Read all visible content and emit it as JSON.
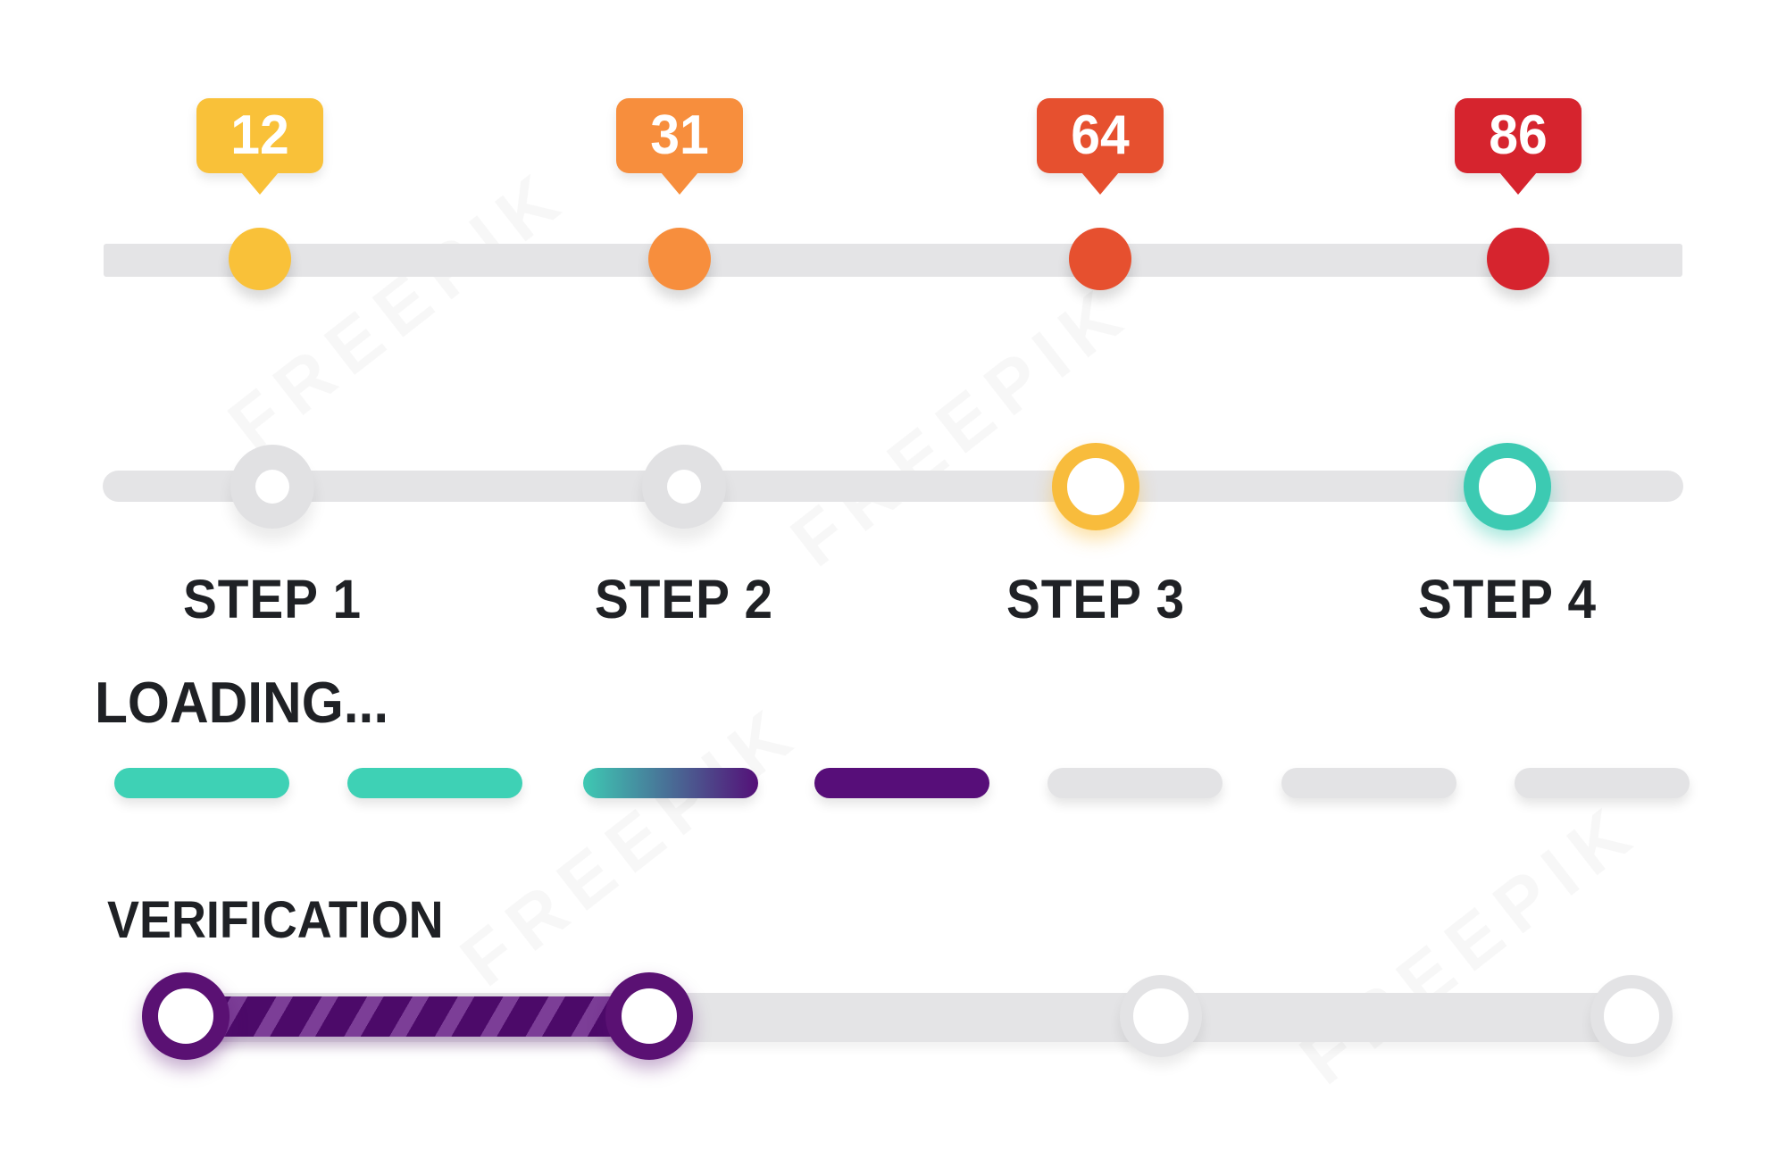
{
  "canvas": {
    "background": "#ffffff",
    "text_color": "#1F2125"
  },
  "watermark": {
    "text": "FREEPIK"
  },
  "tooltip_row": {
    "track_color": "#E4E4E6",
    "items": [
      {
        "value": "12",
        "color": "#F9C139"
      },
      {
        "value": "31",
        "color": "#F78E3D"
      },
      {
        "value": "64",
        "color": "#E6502F"
      },
      {
        "value": "86",
        "color": "#D6242E"
      }
    ]
  },
  "steps_row": {
    "track_color": "#E4E4E6",
    "items": [
      {
        "label": "STEP 1",
        "color": "#E1E1E3"
      },
      {
        "label": "STEP 2",
        "color": "#E1E1E3"
      },
      {
        "label": "STEP 3",
        "color": "#F8BC3C"
      },
      {
        "label": "STEP 4",
        "color": "#3CCAB2"
      }
    ]
  },
  "loading_row": {
    "title": "LOADING...",
    "segments": [
      {
        "from": "#3ED1B5",
        "to": "#3ED1B5"
      },
      {
        "from": "#3ED1B5",
        "to": "#3ED1B5"
      },
      {
        "from": "#3EC9B3",
        "to": "#541078"
      },
      {
        "from": "#570E79",
        "to": "#570E79"
      },
      {
        "from": "#E3E3E5",
        "to": "#E3E3E5"
      },
      {
        "from": "#E3E3E5",
        "to": "#E3E3E5"
      },
      {
        "from": "#E3E3E5",
        "to": "#E3E3E5"
      }
    ]
  },
  "verification_row": {
    "title": "VERIFICATION",
    "track_color": "#E4E4E6",
    "bar": {
      "base": "#4C0A69",
      "stripe": "#7C3E97"
    },
    "nodes": [
      {
        "color": "#5A1173"
      },
      {
        "color": "#5A1173"
      },
      {
        "color": "#E3E3E5"
      },
      {
        "color": "#E3E3E5"
      }
    ]
  }
}
